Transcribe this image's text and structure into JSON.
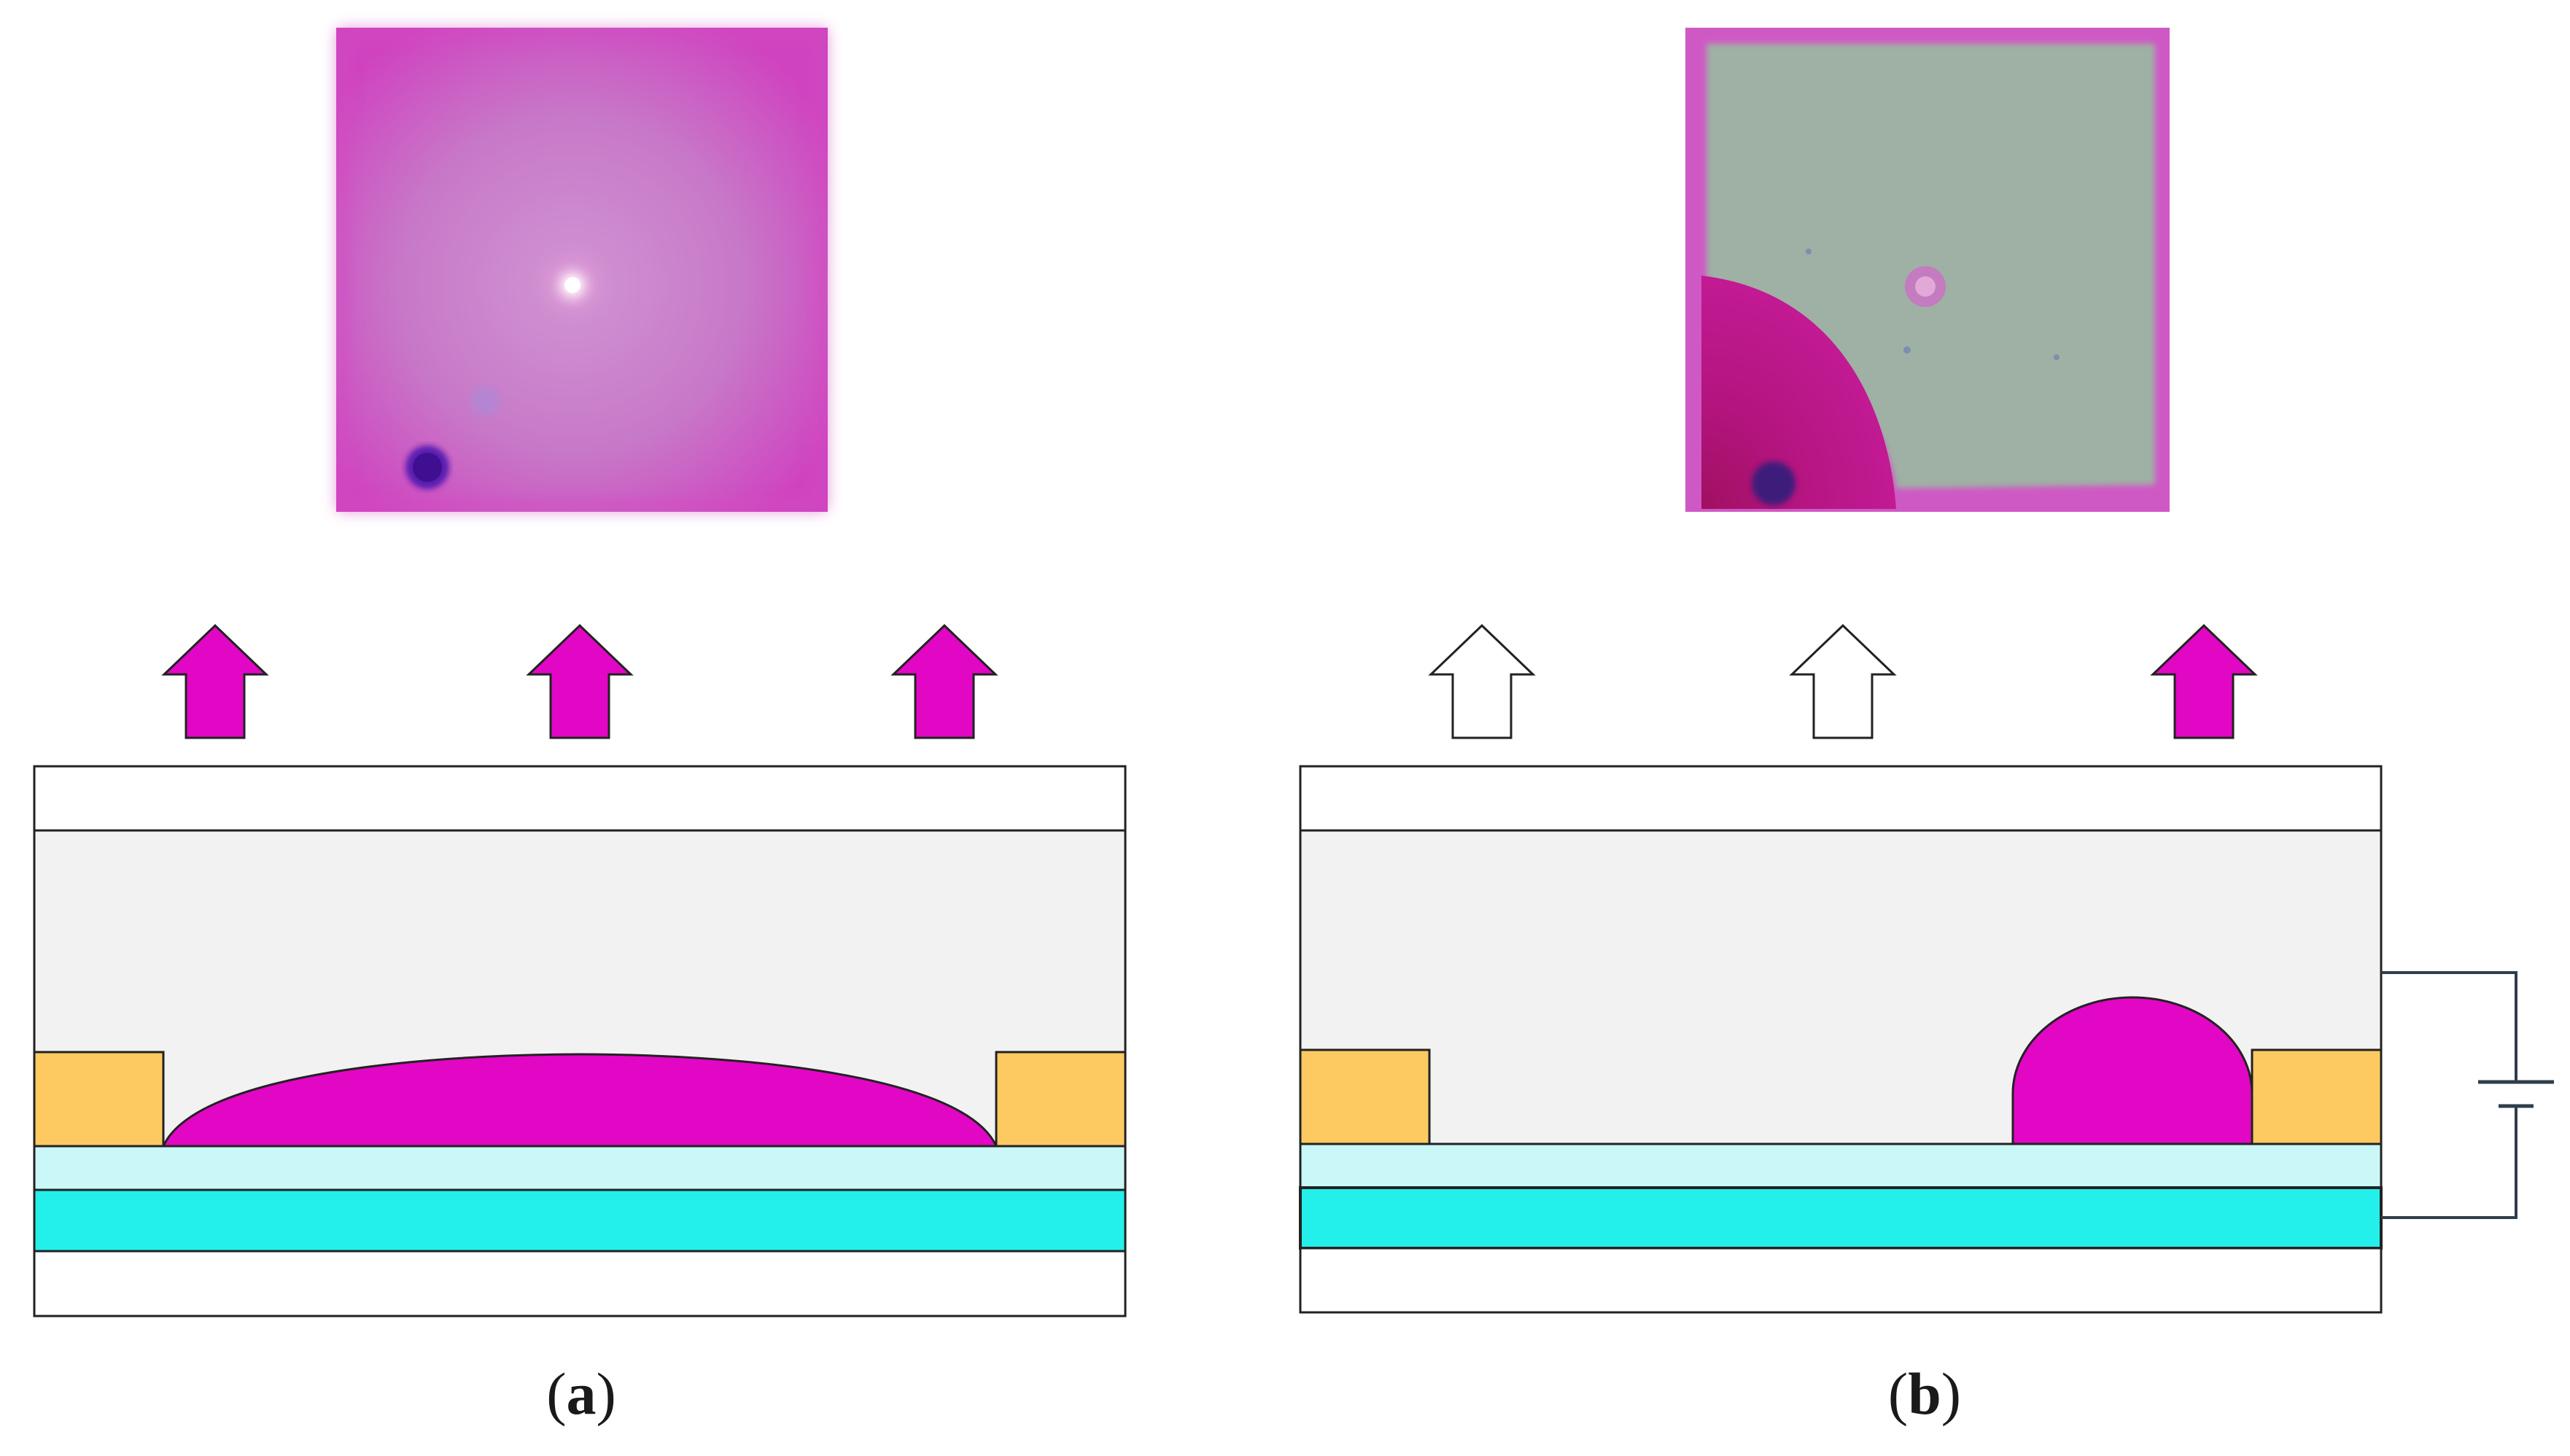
{
  "colors": {
    "droplet": "#e207c4",
    "top_plate": "#ffffff",
    "oil_cavity": "#f2f2f2",
    "wall": "#fdca62",
    "hydrophobic_layer": "#caf8f8",
    "electrode": "#23f0ea",
    "substrate": "#ffffff",
    "outline": "#222222",
    "wire": "#2f3d4c",
    "photo_a_bg": "#c55ac2",
    "photo_b_bg": "#9fb0a4"
  },
  "panels": [
    {
      "id": "a",
      "caption_open": "(",
      "caption_letter": "a",
      "caption_close": ")",
      "state": "voltage-off",
      "arrows": [
        "filled",
        "filled",
        "filled"
      ]
    },
    {
      "id": "b",
      "caption_open": "(",
      "caption_letter": "b",
      "caption_close": ")",
      "state": "voltage-on",
      "arrows": [
        "outline",
        "outline",
        "filled"
      ]
    }
  ],
  "icons": {
    "arrow": "up-arrow-icon",
    "battery": "battery-icon"
  }
}
